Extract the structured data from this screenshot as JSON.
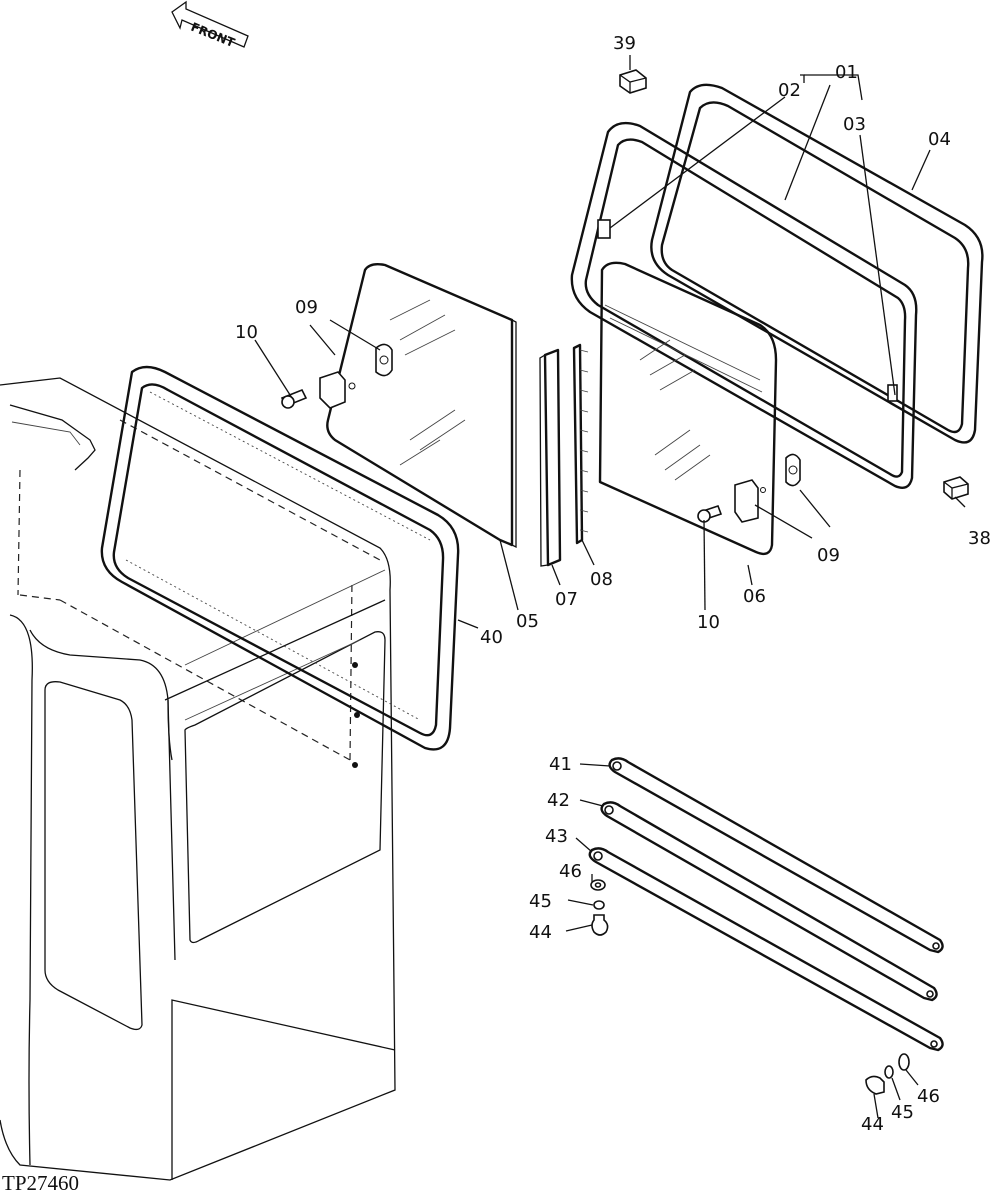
{
  "figure_ref": "TP27460",
  "direction_label": "FRONT",
  "callouts": [
    {
      "id": "01"
    },
    {
      "id": "02"
    },
    {
      "id": "03"
    },
    {
      "id": "04"
    },
    {
      "id": "05"
    },
    {
      "id": "06"
    },
    {
      "id": "07"
    },
    {
      "id": "08"
    },
    {
      "id": "09",
      "count": 2
    },
    {
      "id": "10",
      "count": 2
    },
    {
      "id": "38"
    },
    {
      "id": "39"
    },
    {
      "id": "40"
    },
    {
      "id": "41"
    },
    {
      "id": "42"
    },
    {
      "id": "43"
    },
    {
      "id": "44",
      "count": 2
    },
    {
      "id": "45",
      "count": 2
    },
    {
      "id": "46",
      "count": 2
    }
  ]
}
